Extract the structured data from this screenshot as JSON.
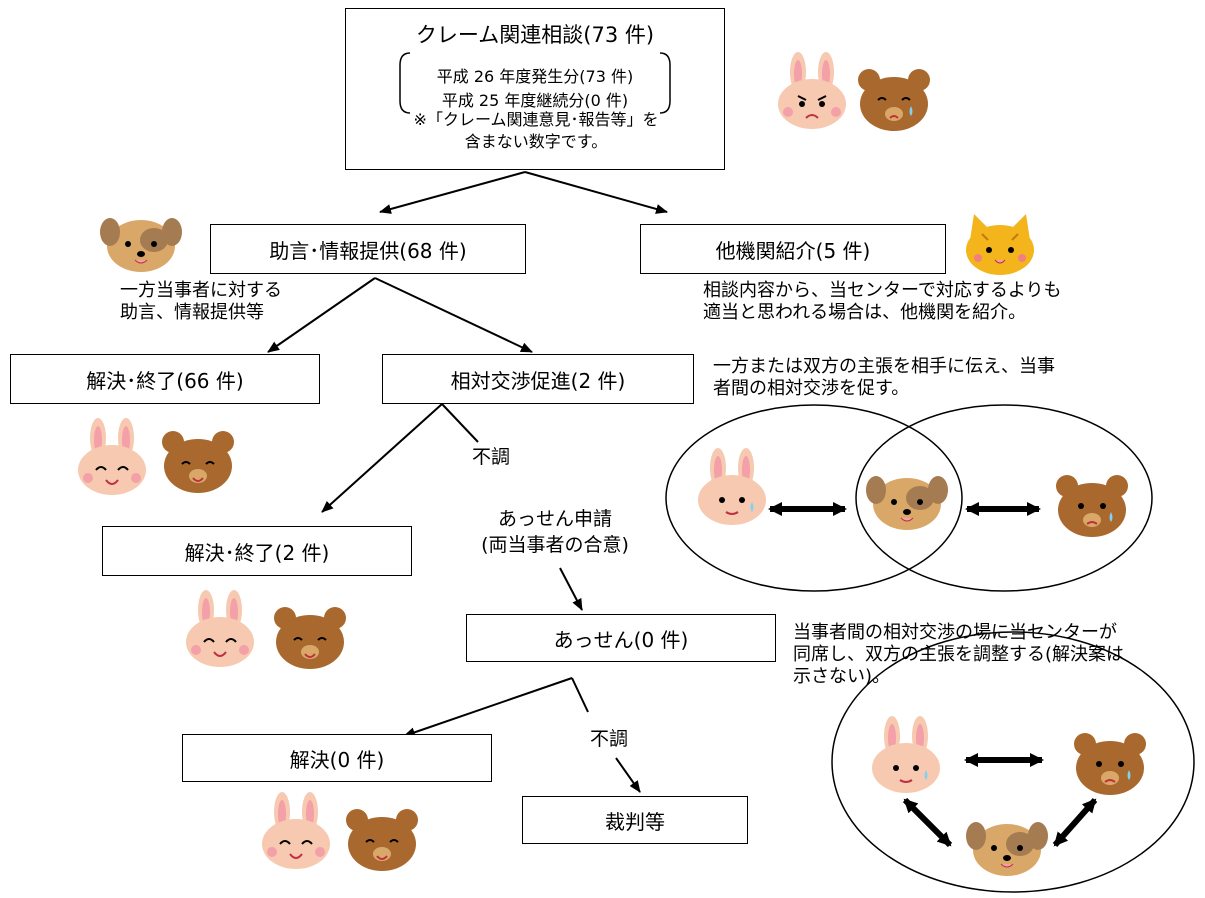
{
  "top_box": {
    "title": "クレーム関連相談(73 件)",
    "line1": "平成 26 年度発生分(73 件)",
    "line2": "平成 25 年度継続分(0 件)",
    "note1": "※「クレーム関連意見･報告等」を",
    "note2": "含まない数字です。"
  },
  "advice_box": "助言･情報提供(68 件)",
  "advice_desc": [
    "一方当事者に対する",
    "助言、情報提供等"
  ],
  "referral_box": "他機関紹介(5 件)",
  "referral_desc": [
    "相談内容から、当センターで対応するよりも",
    "適当と思われる場合は、他機関を紹介。"
  ],
  "resolved_66": "解決･終了(66 件)",
  "negotiation_box": "相対交渉促進(2 件)",
  "negotiation_desc": [
    "一方または双方の主張を相手に伝え、当事",
    "者間の相対交渉を促す。"
  ],
  "fail_label_1": "不調",
  "mediation_request": [
    "あっせん申請",
    "(両当事者の合意)"
  ],
  "resolved_2": "解決･終了(2 件)",
  "mediation_box": "あっせん(0 件)",
  "mediation_desc": [
    "当事者間の相対交渉の場に当センターが",
    "同席し、双方の主張を調整する(解決案は",
    "示さない)。"
  ],
  "resolved_0": "解決(0 件)",
  "fail_label_2": "不調",
  "court_box": "裁判等",
  "colors": {
    "rabbit": "#f6c9b0",
    "rabbit_inner": "#f3a0a8",
    "bear": "#a9692e",
    "dog": "#d9a868",
    "dog_patch": "#a57c52",
    "cat": "#f4b41c"
  }
}
